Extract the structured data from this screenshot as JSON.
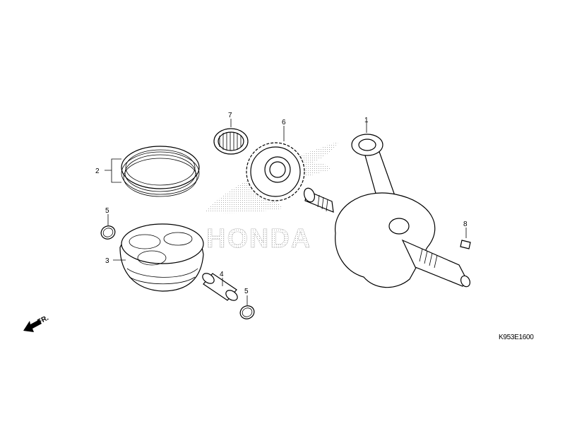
{
  "diagram": {
    "drawing_code": "K953E1600",
    "front_indicator": "FR.",
    "watermark": "HONDA",
    "callouts": [
      {
        "id": "crankshaft",
        "number": "1",
        "icon": "crankshaft-icon"
      },
      {
        "id": "piston-ring-set",
        "number": "2",
        "icon": "piston-rings-icon"
      },
      {
        "id": "piston",
        "number": "3",
        "icon": "piston-icon"
      },
      {
        "id": "piston-pin",
        "number": "4",
        "icon": "piston-pin-icon"
      },
      {
        "id": "pin-clip-upper",
        "number": "5",
        "icon": "clip-icon"
      },
      {
        "id": "pin-clip-lower",
        "number": "5",
        "icon": "clip-icon"
      },
      {
        "id": "gear",
        "number": "6",
        "icon": "gear-icon"
      },
      {
        "id": "needle-bearing",
        "number": "7",
        "icon": "needle-bearing-icon"
      },
      {
        "id": "key",
        "number": "8",
        "icon": "key-icon"
      }
    ]
  }
}
